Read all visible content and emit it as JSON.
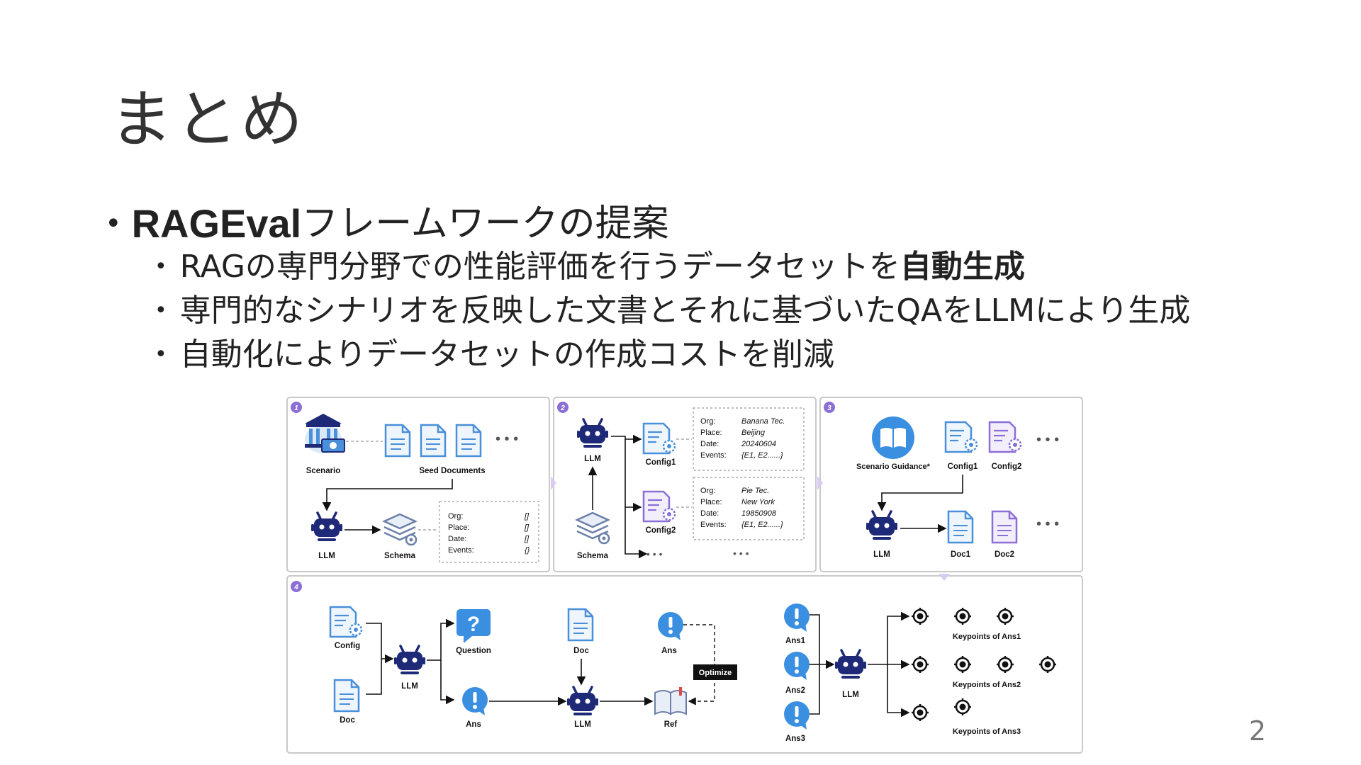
{
  "slide": {
    "title": "まとめ",
    "page_number": "2"
  },
  "bullets": {
    "main_bold": "RAGEval",
    "main_rest": "フレームワークの提案",
    "sub1_text": "RAGの専門分野での性能評価を行うデータセットを",
    "sub1_bold": "自動生成",
    "sub2_text": "専門的なシナリオを反映した文書とそれに基づいたQAをLLMにより生成",
    "sub3_text": "自動化によりデータセットの作成コストを削減"
  },
  "figure": {
    "panel1": {
      "num": "1",
      "scenario": "Scenario",
      "seed_documents": "Seed Documents",
      "llm": "LLM",
      "schema": "Schema",
      "fields": [
        "Org:",
        "Place:",
        "Date:",
        "Events:"
      ],
      "values": [
        "[]",
        "[]",
        "[]",
        "{}"
      ]
    },
    "panel2": {
      "num": "2",
      "llm": "LLM",
      "schema": "Schema",
      "config1": "Config1",
      "config2": "Config2",
      "fields": [
        "Org:",
        "Place:",
        "Date:",
        "Events:"
      ],
      "values1": [
        "Banana Tec.",
        "Beijing",
        "20240604",
        "{E1, E2......}"
      ],
      "values2": [
        "Pie Tec.",
        "New York",
        "19850908",
        "{E1, E2......}"
      ]
    },
    "panel3": {
      "num": "3",
      "scenario_guidance": "Scenario Guidance*",
      "config1": "Config1",
      "config2": "Config2",
      "llm": "LLM",
      "doc1": "Doc1",
      "doc2": "Doc2"
    },
    "panel4": {
      "num": "4",
      "config": "Config",
      "doc": "Doc",
      "llm": "LLM",
      "question": "Question",
      "ans": "Ans",
      "doc_mid": "Doc",
      "llm_mid": "LLM",
      "ref": "Ref",
      "ans_top": "Ans",
      "optimize": "Optimize",
      "ans1": "Ans1",
      "ans2": "Ans2",
      "ans3": "Ans3",
      "llm_right": "LLM",
      "kp1": "Keypoints of Ans1",
      "kp2": "Keypoints of Ans2",
      "kp3": "Keypoints of Ans3"
    },
    "colors": {
      "doc_blue": "#4a8fd9",
      "navy": "#1e2a78",
      "purple": "#8b6fd6",
      "alert_blue": "#3a8fe0",
      "dark": "#111111"
    },
    "icons": [
      "bank-icon",
      "document-icon",
      "robot-icon",
      "layers-icon",
      "config-icon",
      "book-icon",
      "question-bubble-icon",
      "alert-bubble-icon",
      "target-icon"
    ]
  }
}
